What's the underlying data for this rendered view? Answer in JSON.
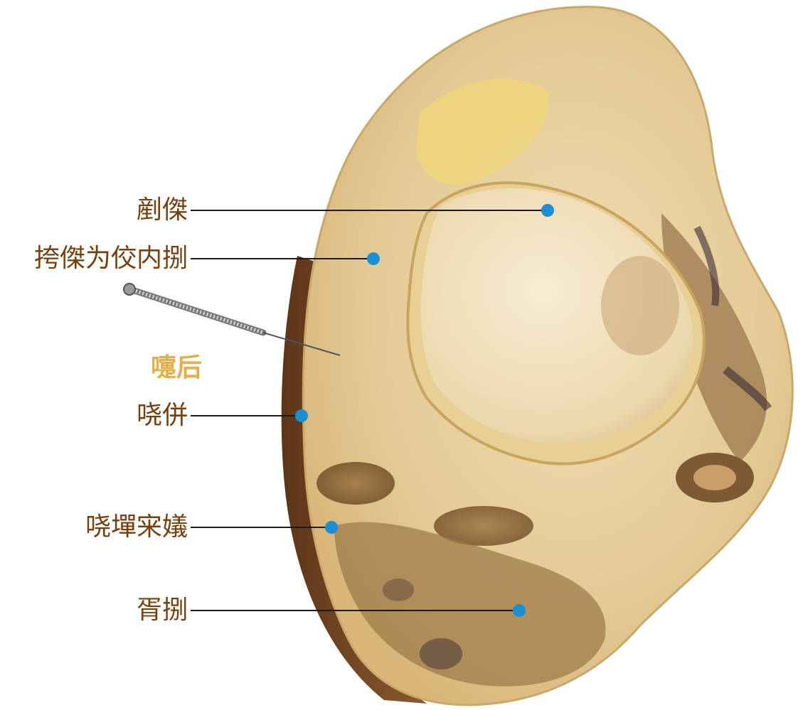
{
  "labels": {
    "l1": "剷傑",
    "l2": "挎傑为佼内捌",
    "l3": "嚏后",
    "l4": "哓併",
    "l5": "哓墠宩嬟",
    "l6": "胥捌"
  },
  "colors": {
    "label_text": "#7a3f0c",
    "needle_label": "#e3b04b",
    "pointer_dot": "#1a8fd6",
    "leader_line": "#1b1b1b",
    "specimen_skin": "#7a4a24",
    "specimen_fat": "#e6cf9e",
    "bone": "#f1e0bd",
    "muscle": "#8e6a3c"
  },
  "icons": [
    "acupuncture-needle-icon",
    "pointer-dot-icon"
  ]
}
